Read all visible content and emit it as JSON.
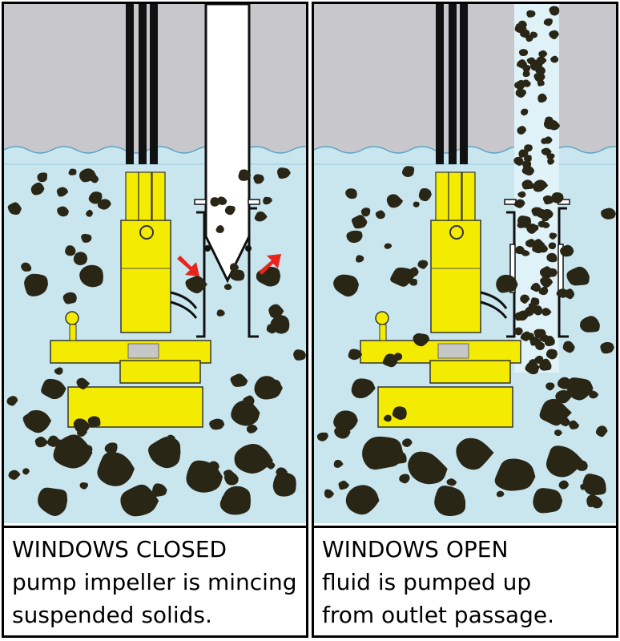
{
  "panels": [
    {
      "id": "left",
      "state": "closed",
      "caption_lines": [
        "WINDOWS CLOSED",
        "pump impeller is mincing",
        "suspended solids."
      ]
    },
    {
      "id": "right",
      "state": "open",
      "caption_lines": [
        "WINDOWS OPEN",
        "fluid is pumped up",
        "from outlet passage."
      ]
    }
  ],
  "colors": {
    "fluid": "#c9e6ef",
    "sky": "#c8c8cc",
    "solids": "#2a2616",
    "pump": "#f4ec00",
    "arrows": "#e8241c"
  }
}
